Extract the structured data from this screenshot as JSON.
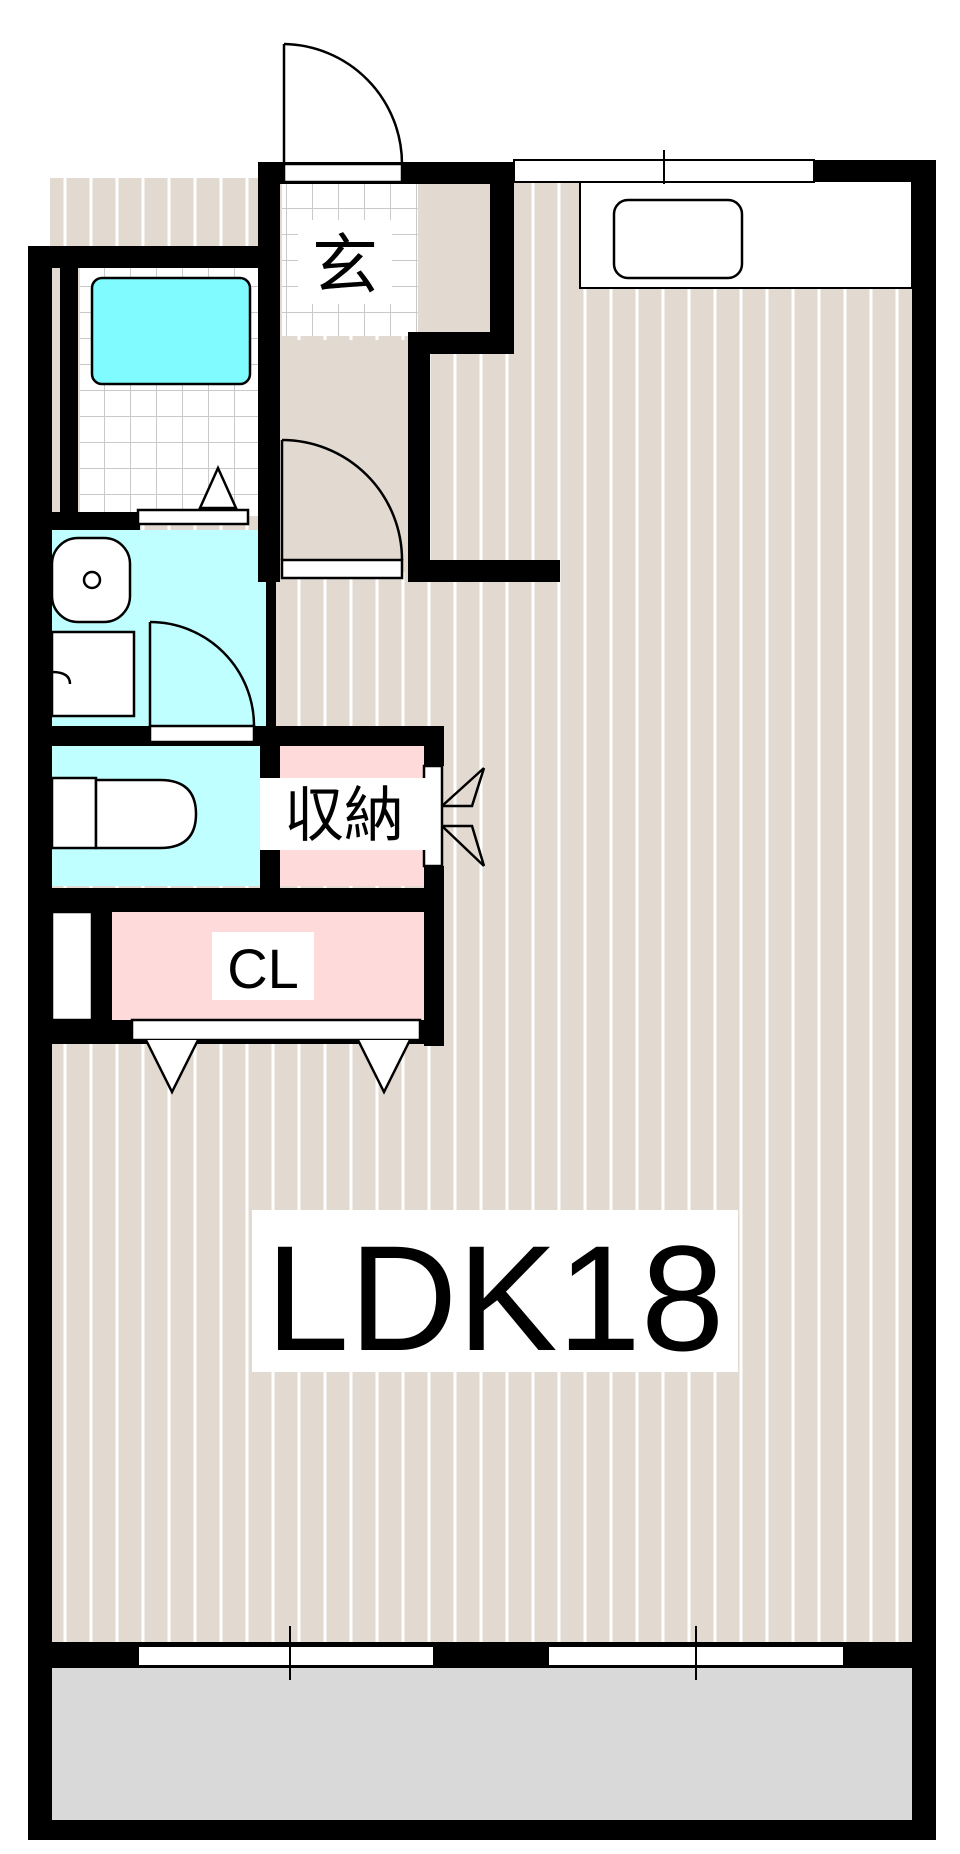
{
  "rooms": {
    "entrance": {
      "label": "玄"
    },
    "storage": {
      "label": "収納"
    },
    "closet": {
      "label": "CL"
    },
    "ldk": {
      "label": "LDK18"
    }
  },
  "colors": {
    "wall": "#000000",
    "floor_wood": "#e2d9d0",
    "floor_wood_line": "#ffffff",
    "tile": "#ffffff",
    "tile_line": "#c9c9c9",
    "bath_tub": "#80fbff",
    "wet_area": "#c0ffff",
    "storage_pink": "#ffdada",
    "balcony": "#d9d9d9",
    "fixture_line": "#000000"
  },
  "icons": [
    "door-swing-icon",
    "sliding-door-icon",
    "window-icon",
    "toilet-icon",
    "sink-icon",
    "bathtub-icon",
    "kitchen-sink-icon"
  ]
}
